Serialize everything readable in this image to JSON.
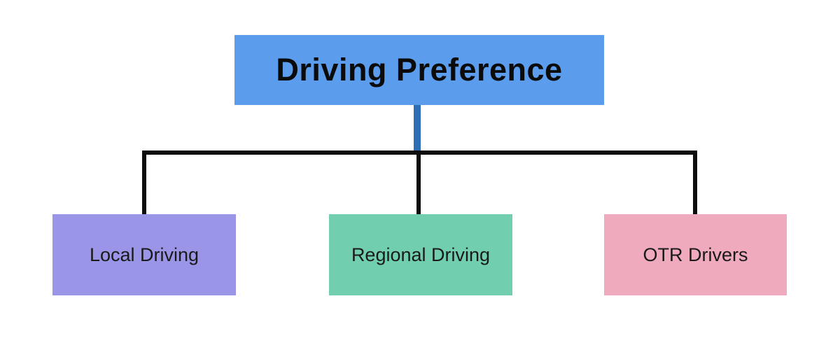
{
  "diagram": {
    "title": "Driving Preference",
    "root": {
      "label": "Driving Preference",
      "bg": "#5B9CEC"
    },
    "children": [
      {
        "label": "Local Driving",
        "bg": "#9A95E6"
      },
      {
        "label": "Regional Driving",
        "bg": "#71CFAF"
      },
      {
        "label": "OTR Drivers",
        "bg": "#F0AABE"
      }
    ],
    "connector_color": "#0d0d0d",
    "stub_color": "#2E6EB5",
    "background": "#ffffff"
  }
}
